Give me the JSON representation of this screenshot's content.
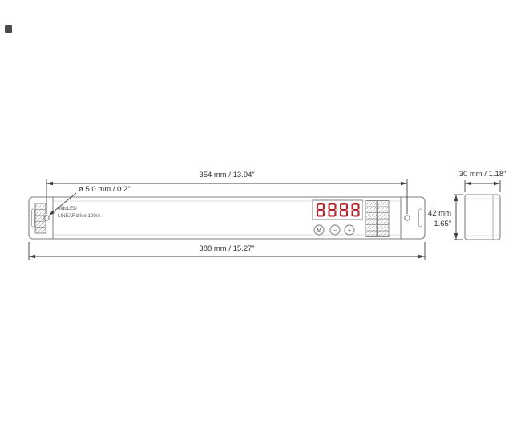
{
  "front_view": {
    "brand": "eldoLED",
    "model": "LINEARdrive 100/A",
    "display_value": "8888",
    "buttons": [
      {
        "label": "M"
      },
      {
        "label": "−"
      },
      {
        "label": "+"
      }
    ]
  },
  "dimensions": {
    "hole_callout": "ø 5.0 mm / 0.2”",
    "hole_pitch": "354 mm / 13.94”",
    "overall_length": "388 mm / 15.27”",
    "depth": "30 mm / 1.18”",
    "height_line1": "42 mm",
    "height_line2": "1.65”"
  },
  "colors": {
    "display_segment": "#b5222a",
    "line": "#3f3f3f",
    "device_outline": "#808080"
  }
}
